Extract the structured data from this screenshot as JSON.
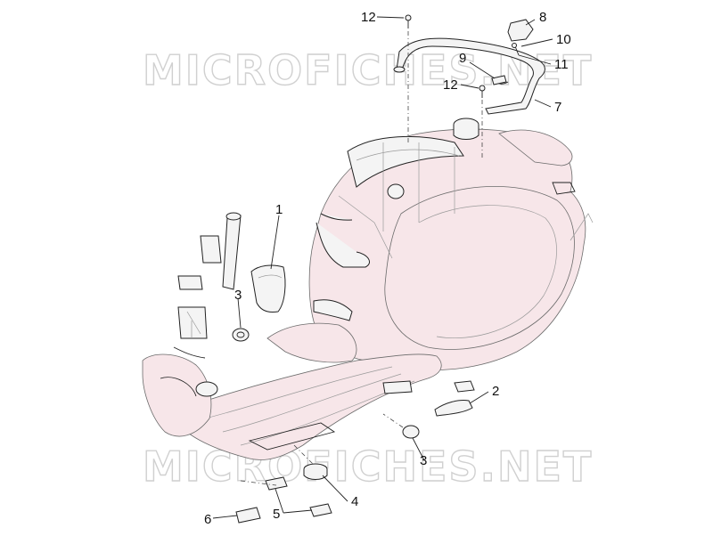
{
  "watermark": {
    "text_top": "MICROFICHES.NET",
    "text_bottom": "MICROFICHES.NET"
  },
  "callouts": [
    {
      "id": "label-12-top",
      "text": "12"
    },
    {
      "id": "label-8",
      "text": "8"
    },
    {
      "id": "label-10",
      "text": "10"
    },
    {
      "id": "label-9",
      "text": "9"
    },
    {
      "id": "label-11",
      "text": "11"
    },
    {
      "id": "label-12-mid",
      "text": "12"
    },
    {
      "id": "label-7",
      "text": "7"
    },
    {
      "id": "label-1",
      "text": "1"
    },
    {
      "id": "label-3-left",
      "text": "3"
    },
    {
      "id": "label-2",
      "text": "2"
    },
    {
      "id": "label-3-right",
      "text": "3"
    },
    {
      "id": "label-4",
      "text": "4"
    },
    {
      "id": "label-5",
      "text": "5"
    },
    {
      "id": "label-6",
      "text": "6"
    }
  ],
  "colors": {
    "line": "#222222",
    "body_tint": "#f7e6e9",
    "watermark": "#d0d0d0"
  }
}
